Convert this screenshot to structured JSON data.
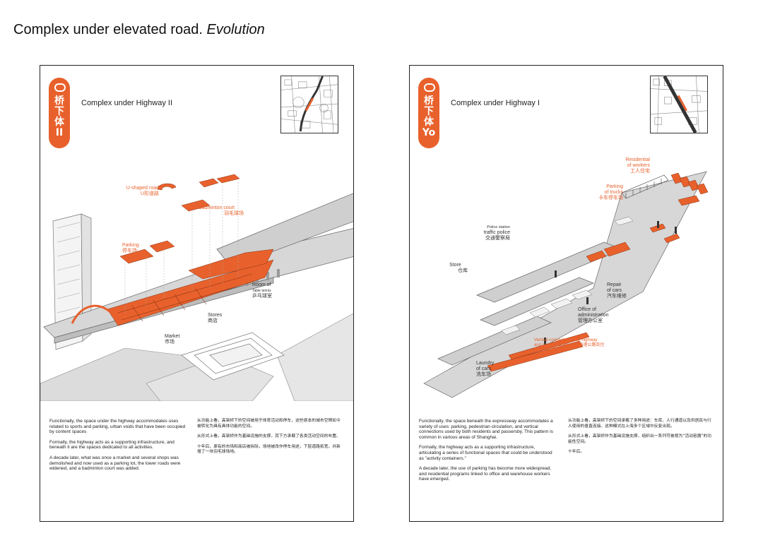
{
  "page": {
    "title": "Complex under elevated road.",
    "title_italic": "Evolution"
  },
  "colors": {
    "accent": "#e8612c",
    "structure": "#d9d9d9",
    "outline": "#555555"
  },
  "panels": [
    {
      "badge": [
        "桥",
        "下",
        "体",
        "II"
      ],
      "heading": "Complex under Highway II",
      "labels": {
        "u_road_en": "U-shaped road",
        "u_road_cn": "U形道路",
        "badminton_en": "Badminton court",
        "badminton_cn": "羽毛球场",
        "parking_en": "Parking",
        "parking_cn": "停车场",
        "room_en": "Room of",
        "room_en2": "Table tennis",
        "room_cn": "乒乓球室",
        "stores_en": "Stores",
        "stores_cn": "商店",
        "market_en": "Market",
        "market_cn": "市场"
      },
      "text_en": [
        "Functionally, the space under the highway accommodates uses related to sports and parking, urban voids that have been occupied by content spaces",
        "Formally, the highway acts as a supporting infrastructure, and beneath it are the spaces dedicated to all activities.",
        "A decade later, what was once a market and several shops was demolished and now used as a parking lot, the lower roads were widened, and a badminton court was added."
      ],
      "text_cn": [
        "从功能上看，高架桥下的空间被用于体育活动和停车，这些原本的城市空隙如今被转化为具有具体功能的空间。",
        "从形式上看，高架桥作为基础设施的支撑，其下方承载了各类活动空间的布置。",
        "十年后，原有的市场和商店被拆除，场地被改作停车用途，下层道路拓宽，并新增了一块羽毛球场地。"
      ]
    },
    {
      "badge": [
        "桥",
        "下",
        "体",
        "Yo"
      ],
      "heading": "Complex under Highway I",
      "labels": {
        "residential_en": "Residential",
        "residential_en2": "of workers",
        "residential_cn": "工人住宅",
        "parking_en": "Parking",
        "parking_en2": "of trucks",
        "parking_cn": "卡车停车场",
        "police_en": "Police station",
        "police_en2": "traffic police",
        "police_cn": "交通警察局",
        "store_en": "Store",
        "store_cn": "仓库",
        "repair_en": "Repair",
        "repair_en2": "of cars",
        "repair_cn": "汽车维修",
        "office_en": "Office of",
        "office_en2": "administration",
        "office_cn": "管理办公室",
        "vertical_en": "Vertical connections with highway",
        "vertical_en2": "and residential areas 与高速公路及住",
        "vertical_cn": "宅区的垂直连接",
        "laundry_en": "Laundry",
        "laundry_en2": "of cars",
        "laundry_cn": "洗车场"
      },
      "text_en": [
        "Functionally, the space beneath the expressway accommodates a variety of uses: parking, pedestrian circulation, and vertical connections used by both residents and passersby. This pattern is common in various areas of Shanghai.",
        "Formally, the highway acts as a supporting infrastructure, articulating a series of functional spaces that could be understood as \"activity containers.\"",
        "A decade later, the use of parking has become more widespread, and residential programs linked to office and warehouse workers have emerged."
      ],
      "text_cn": [
        "从功能上看，高架桥下的空间承载了多种用途：车库、人行通道以及供居民与行人使用的垂直连接。这种模式在上海多个区域中反复出现。",
        "从形式上看，高架桥作为基础设施支撑，组织出一系列可被视为“活动容器”的功能性空间。",
        "十年后。"
      ]
    }
  ]
}
